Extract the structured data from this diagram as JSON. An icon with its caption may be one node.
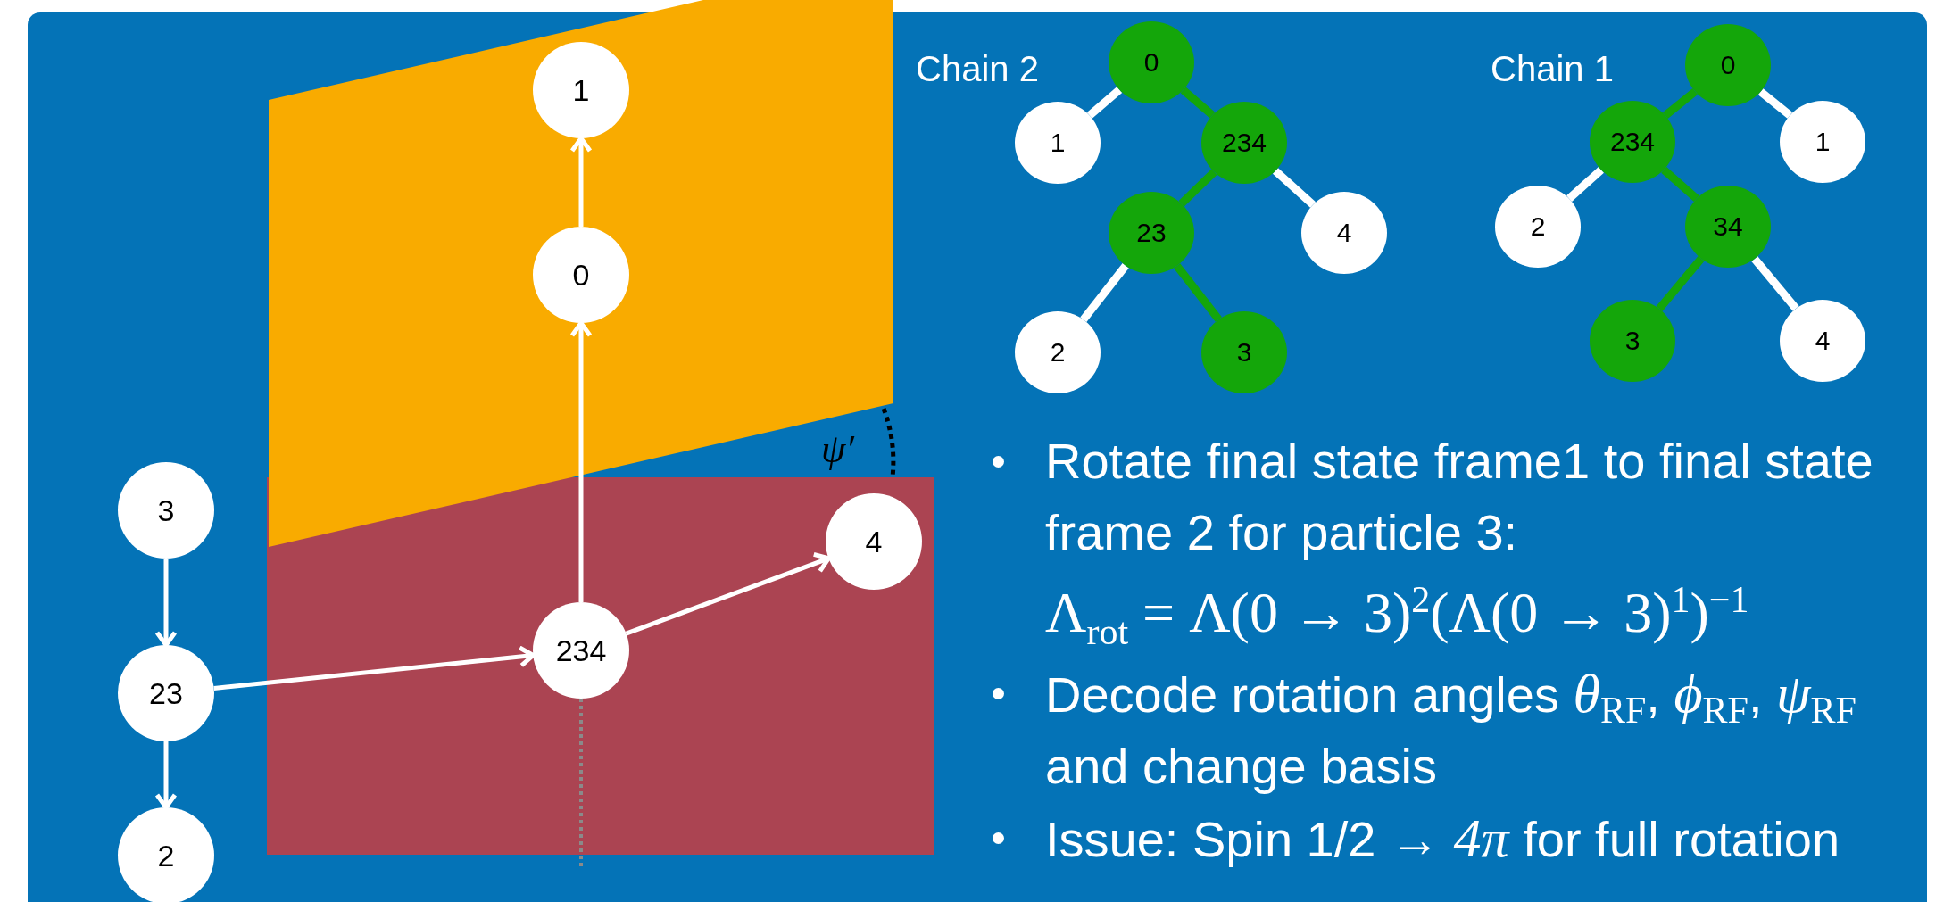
{
  "diagram": {
    "nodes": [
      {
        "text": [
          "1"
        ]
      },
      {
        "text": [
          "0"
        ]
      },
      {
        "text": [
          "3"
        ]
      },
      {
        "text": [
          "4"
        ]
      },
      {
        "text": [
          "234"
        ]
      },
      {
        "text": [
          "23"
        ]
      },
      {
        "text": [
          "2"
        ]
      },
      {
        "text": [
          "0"
        ]
      },
      {
        "text": [
          "1"
        ]
      },
      {
        "text": [
          "234"
        ]
      },
      {
        "text": [
          "23"
        ]
      },
      {
        "text": [
          "4"
        ]
      },
      {
        "text": [
          "2"
        ]
      },
      {
        "text": [
          "3"
        ]
      },
      {
        "text": [
          "0"
        ]
      },
      {
        "text": [
          "234"
        ]
      },
      {
        "text": [
          "1"
        ]
      },
      {
        "text": [
          "2"
        ]
      },
      {
        "text": [
          "34"
        ]
      },
      {
        "text": [
          "3"
        ]
      },
      {
        "text": [
          "4"
        ]
      }
    ],
    "edges": [
      {
        "from": 2,
        "to": 5,
        "arrow": "to"
      },
      {
        "from": 5,
        "to": 6,
        "arrow": "to"
      },
      {
        "from": 5,
        "to": 4,
        "arrow": "to"
      },
      {
        "from": 4,
        "to": 1,
        "arrow": "to"
      },
      {
        "from": 1,
        "to": 0,
        "arrow": "to"
      },
      {
        "from": 4,
        "to": 3,
        "arrow": "to"
      },
      {
        "from": 7,
        "to": 8,
        "arrow": "none"
      },
      {
        "from": 7,
        "to": 9,
        "arrow": "none",
        "color": "#14a60a"
      },
      {
        "from": 9,
        "to": 10,
        "arrow": "none",
        "color": "#14a60a"
      },
      {
        "from": 9,
        "to": 11,
        "arrow": "none"
      },
      {
        "from": 10,
        "to": 12,
        "arrow": "none"
      },
      {
        "from": 10,
        "to": 13,
        "arrow": "none",
        "color": "#14a60a"
      },
      {
        "from": 14,
        "to": 15,
        "arrow": "none",
        "color": "#14a60a"
      },
      {
        "from": 14,
        "to": 16,
        "arrow": "none"
      },
      {
        "from": 15,
        "to": 17,
        "arrow": "none"
      },
      {
        "from": 15,
        "to": 18,
        "arrow": "none",
        "color": "#14a60a"
      },
      {
        "from": 18,
        "to": 19,
        "arrow": "none",
        "color": "#14a60a"
      },
      {
        "from": 18,
        "to": 20,
        "arrow": "none"
      }
    ],
    "labels": [
      "Chain 2",
      "Chain 1",
      "ψ′",
      "Rotate final state frame1 to final state frame 2 for particle 3:",
      "Λ$_{rot}$ = Λ(0 → 3)$^{2}$(Λ(0 → 3)$^{1}$)$^{−1}$",
      "Decode rotation angles *θ*$_{RF}$, *ϕ*$_{RF}$, *ψ*$_{RF}$ and change basis",
      "Issue: Spin 1/2 → *4π* for full rotation"
    ]
  }
}
